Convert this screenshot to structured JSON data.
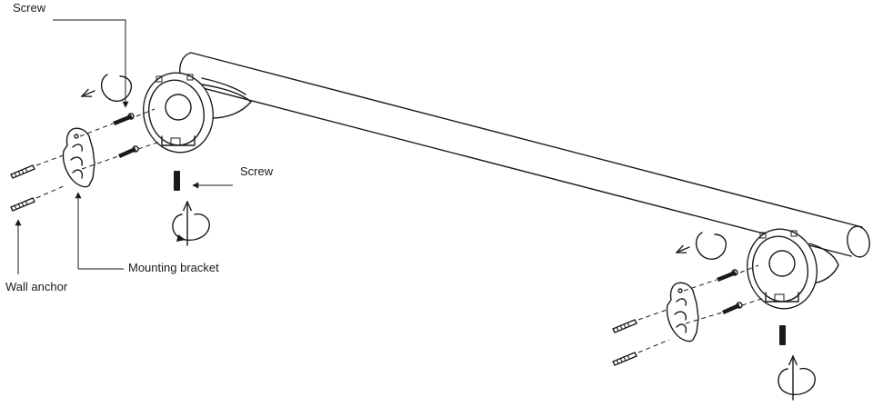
{
  "labels": {
    "screw_top": "Screw",
    "screw_middle": "Screw",
    "mounting_bracket": "Mounting bracket",
    "wall_anchor": "Wall anchor"
  },
  "colors": {
    "ink": "#1a1a1a",
    "background": "#ffffff"
  }
}
